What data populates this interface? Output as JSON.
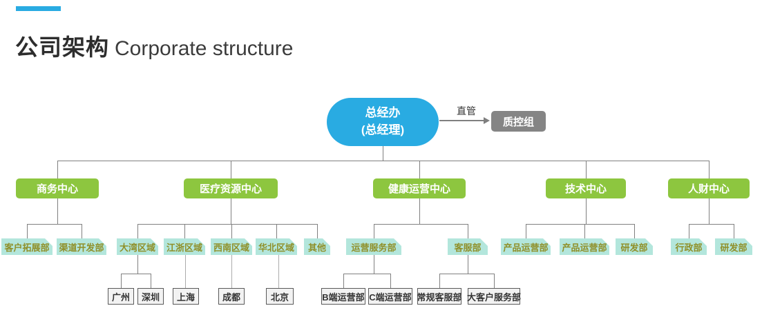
{
  "header": {
    "title_zh": "公司架构",
    "title_en": "Corporate structure"
  },
  "org": {
    "root": {
      "line1": "总经办",
      "line2": "(总经理)"
    },
    "direct_manage_label": "直管",
    "quality_group": {
      "label": "质控组"
    },
    "branches": [
      {
        "label": "商务中心",
        "departments": [
          {
            "label": "客户拓展部"
          },
          {
            "label": "渠道开发部"
          }
        ]
      },
      {
        "label": "医疗资源中心",
        "departments": [
          {
            "label": "大湾区域",
            "subunits": [
              {
                "label": "广州"
              },
              {
                "label": "深圳"
              }
            ]
          },
          {
            "label": "江浙区域",
            "subunits": [
              {
                "label": "上海"
              }
            ]
          },
          {
            "label": "西南区域",
            "subunits": [
              {
                "label": "成都"
              }
            ]
          },
          {
            "label": "华北区域",
            "subunits": [
              {
                "label": "北京"
              }
            ]
          },
          {
            "label": "其他"
          }
        ]
      },
      {
        "label": "健康运营中心",
        "departments": [
          {
            "label": "运营服务部",
            "subunits": [
              {
                "label": "B端运营部"
              },
              {
                "label": "C端运营部"
              }
            ]
          },
          {
            "label": "客服部",
            "subunits": [
              {
                "label": "常规客服部"
              },
              {
                "label": "大客户服务部"
              }
            ]
          }
        ]
      },
      {
        "label": "技术中心",
        "departments": [
          {
            "label": "产品运营部"
          },
          {
            "label": "产品运营部"
          },
          {
            "label": "研发部"
          }
        ]
      },
      {
        "label": "人财中心",
        "departments": [
          {
            "label": "行政部"
          },
          {
            "label": "研发部"
          }
        ]
      }
    ],
    "colors": {
      "accent_blue": "#29ABE2",
      "center_green": "#8DC63F",
      "department_teal": "#B3E6DC",
      "department_text_olive": "#8F8F28",
      "quality_gray": "#858585",
      "connector_gray": "#7F7F7F"
    }
  }
}
